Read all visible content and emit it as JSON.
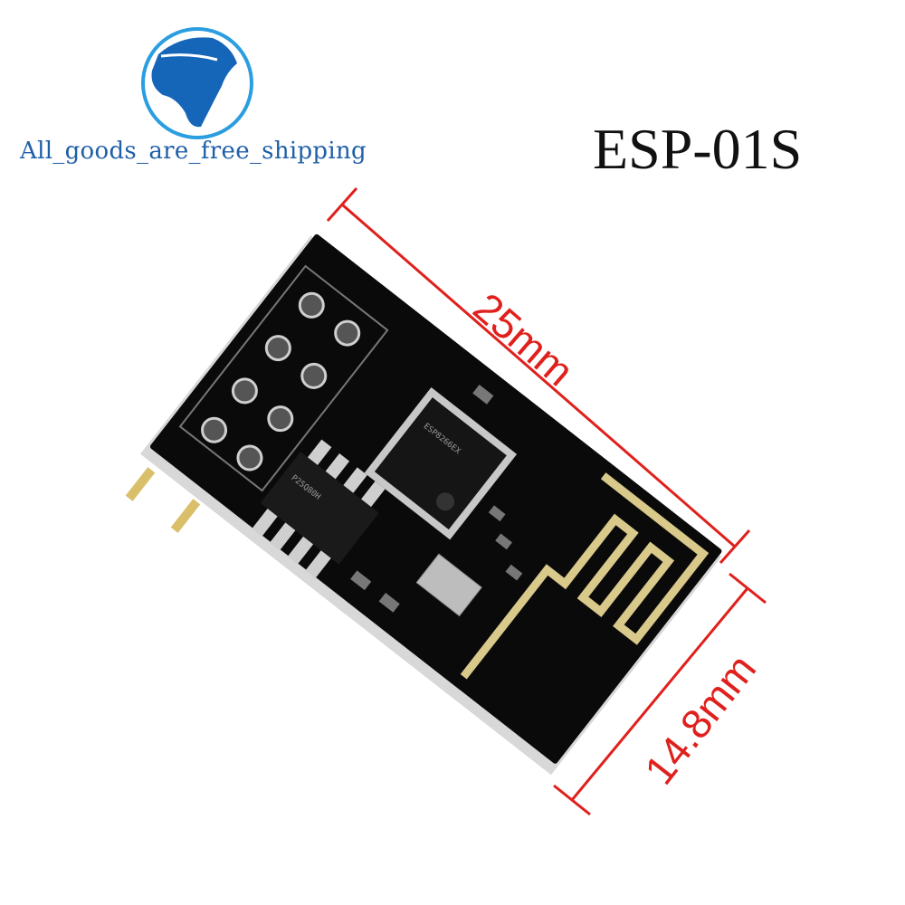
{
  "logo": {
    "icon": "globe-icon",
    "text": "All_goods_are_free_shipping",
    "colors": {
      "globe": "#1565b8",
      "ring": "#2a9ee0",
      "text": "#1f5fa8"
    }
  },
  "product": {
    "title": "ESP-01S",
    "dimensions": {
      "length": "25mm",
      "width": "14.8mm",
      "color": "#e0201c"
    },
    "chip_main": "ESP8266EX",
    "chip_flash": "P25Q80H"
  }
}
